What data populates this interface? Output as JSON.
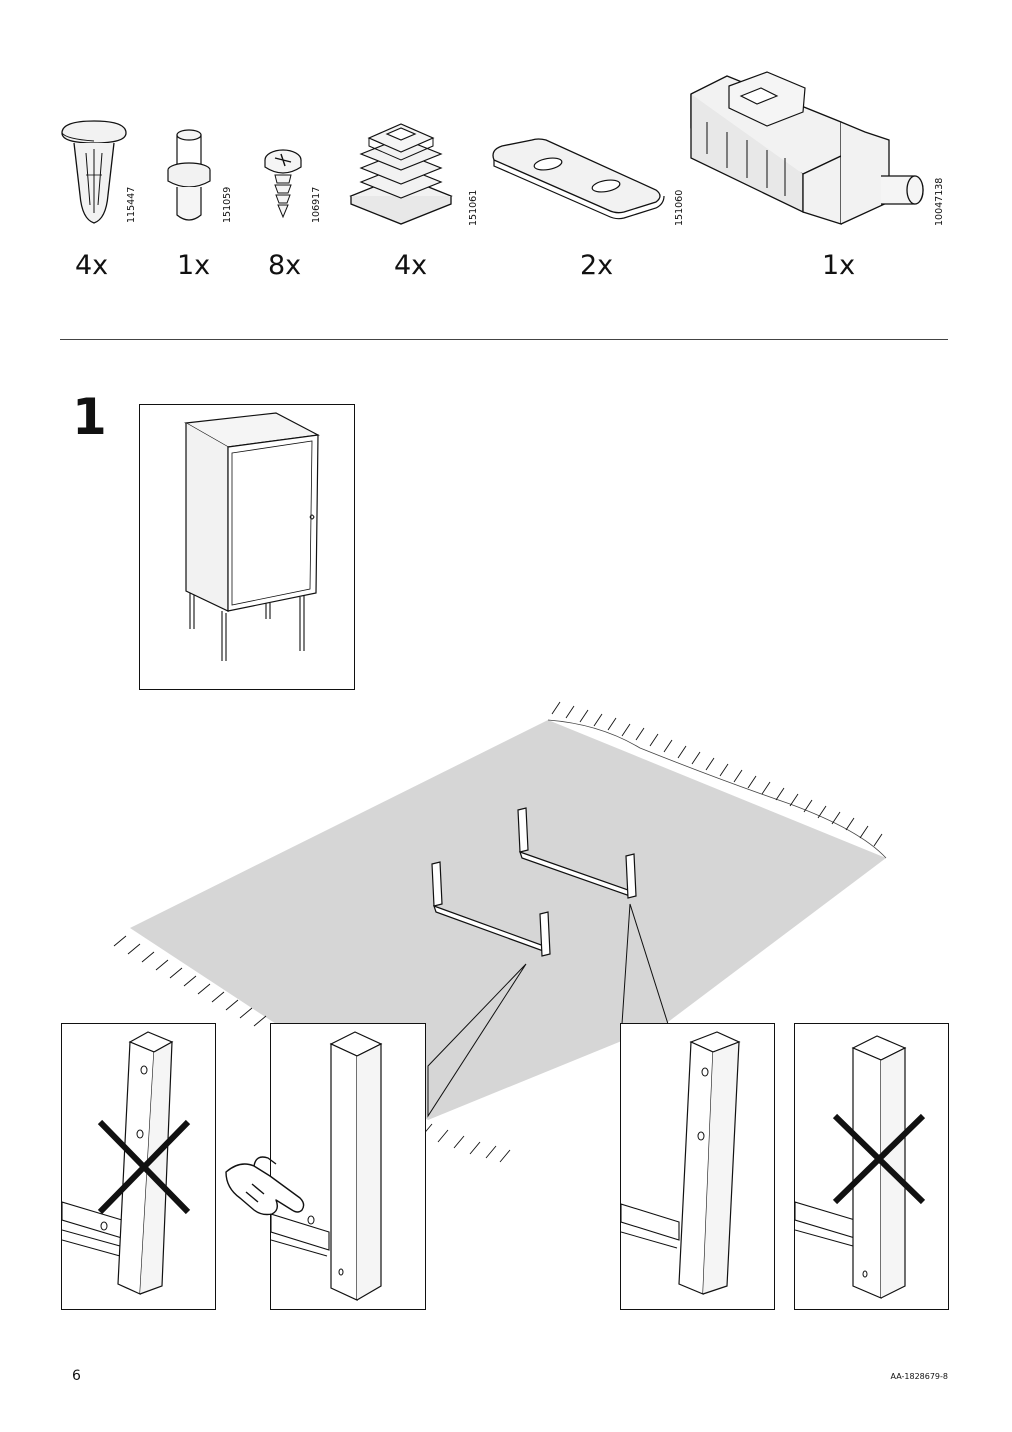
{
  "parts": [
    {
      "name": "plastic-rivet",
      "code": "115447",
      "qty": "4x"
    },
    {
      "name": "shelf-pin",
      "code": "151059",
      "qty": "1x"
    },
    {
      "name": "screw",
      "code": "106917",
      "qty": "8x"
    },
    {
      "name": "foot-cap",
      "code": "151061",
      "qty": "4x"
    },
    {
      "name": "connector-plate",
      "code": "151060",
      "qty": "2x"
    },
    {
      "name": "door-catch",
      "code": "10047138",
      "qty": "1x"
    }
  ],
  "step": {
    "number": "1",
    "icon_overview": "cabinet-icon",
    "icon_wrong": "x-mark-icon",
    "icon_hand": "pointing-hand-icon"
  },
  "footer": {
    "page_number": "6",
    "document_id": "AA-1828679-8"
  }
}
